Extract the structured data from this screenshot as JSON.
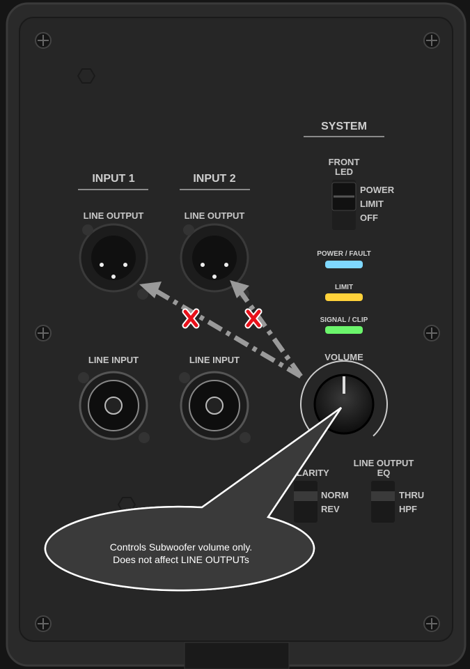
{
  "panel": {
    "system": {
      "heading": "SYSTEM",
      "front_led": {
        "label": "FRONT LED",
        "options": [
          "POWER",
          "LIMIT",
          "OFF"
        ],
        "selected": "POWER"
      },
      "indicators": [
        {
          "label": "POWER / FAULT",
          "color": "#7fd8ff"
        },
        {
          "label": "LIMIT",
          "color": "#ffd23a"
        },
        {
          "label": "SIGNAL / CLIP",
          "color": "#6cf56c"
        }
      ],
      "volume_label": "VOLUME"
    },
    "inputs": [
      {
        "heading": "INPUT 1",
        "output_label": "LINE OUTPUT",
        "input_label": "LINE INPUT"
      },
      {
        "heading": "INPUT 2",
        "output_label": "LINE OUTPUT",
        "input_label": "LINE INPUT"
      }
    ],
    "polarity": {
      "label": "POLARITY",
      "options": [
        "NORM",
        "REV"
      ],
      "selected": "NORM"
    },
    "line_output_eq": {
      "label": "LINE OUTPUT EQ",
      "options": [
        "THRU",
        "HPF"
      ],
      "selected": "THRU"
    }
  },
  "annotation": {
    "line1": "Controls Subwoofer volume only.",
    "line2": "Does not affect LINE OUTPUTs",
    "arrow_color": "#9a9a9a",
    "cross_color": "#e8101a"
  }
}
